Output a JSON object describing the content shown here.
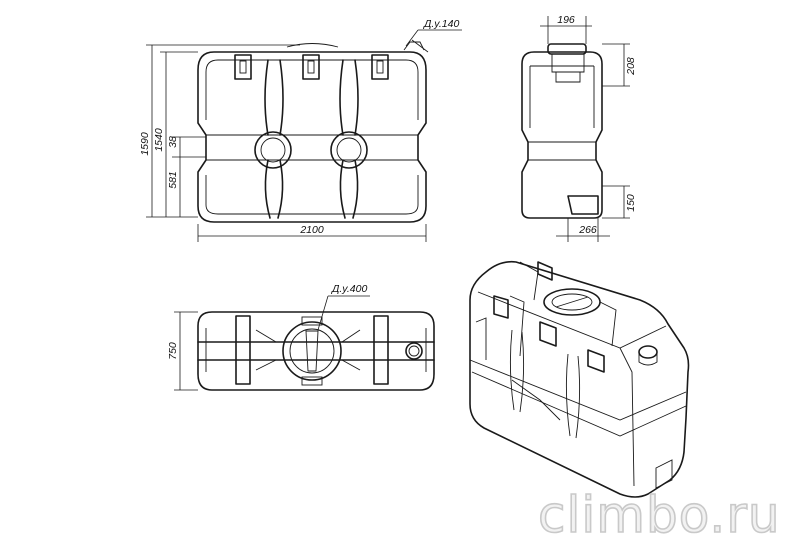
{
  "dimensions": {
    "overall_height": "1590",
    "body_height": "1540",
    "groove": "38",
    "lower_part": "581",
    "length": "2100",
    "width": "750",
    "top_width": "196",
    "top_height": "208",
    "outlet_height": "150",
    "outlet_depth": "266"
  },
  "labels": {
    "nozzle": "Д.у.140",
    "hatch": "Д.у.400"
  },
  "watermark": "climbo.ru"
}
